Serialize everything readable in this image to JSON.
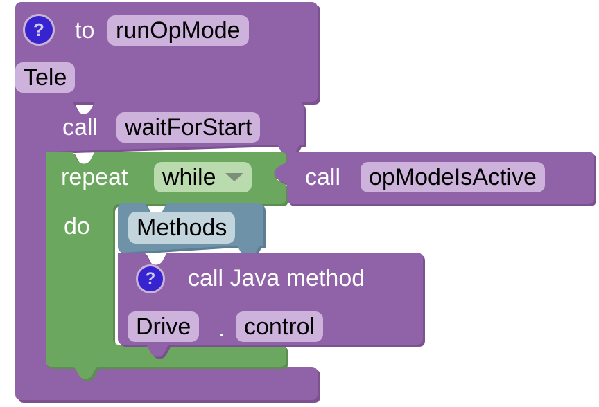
{
  "app": {
    "name": "blockly-workspace",
    "background": "#ffffff"
  },
  "colors": {
    "purple_block": "#9062A8",
    "purple_block_dark": "#7B5190",
    "purple_block_light": "#A87CBC",
    "purple_field": "#CDB2DB",
    "green_block": "#6CA75F",
    "green_block_dark": "#5B8E50",
    "green_field": "#B9DBAE",
    "teal_block": "#6E92A8",
    "teal_block_dark": "#5C7D92",
    "teal_field": "#C2D5DD",
    "help_icon_fill": "#3723CF",
    "help_icon_ring": "#C9B4D6",
    "label_text": "#FFFFFF",
    "field_text": "#000000",
    "dropdown_arrow": "#7D8F78"
  },
  "blocks": {
    "procedure_def": {
      "help_icon": "question-mark-icon",
      "to_label": "to",
      "name_field": "runOpMode",
      "extra_field": "Tele"
    },
    "call_wait": {
      "call_label": "call",
      "name_field": "waitForStart"
    },
    "repeat": {
      "repeat_label": "repeat",
      "mode_field": "while",
      "dropdown_icon": "chevron-down-icon",
      "do_label": "do"
    },
    "call_active": {
      "call_label": "call",
      "name_field": "opModeIsActive"
    },
    "methods": {
      "name_field": "Methods"
    },
    "call_java_method": {
      "help_icon": "question-mark-icon",
      "title_label": "call Java method",
      "class_field": "Drive",
      "separator": ".",
      "method_field": "control"
    }
  }
}
